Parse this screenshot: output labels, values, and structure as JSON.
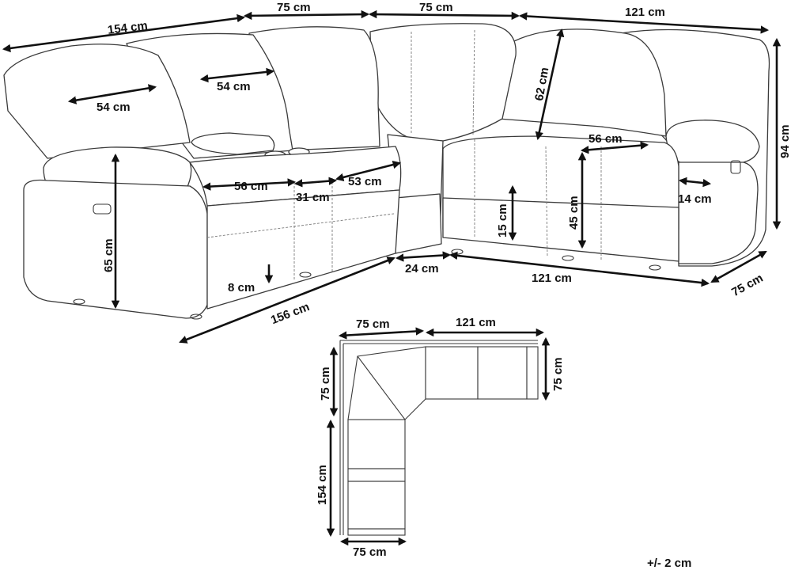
{
  "dimensions": {
    "top_left_width": "154 cm",
    "top_center_left_width": "75 cm",
    "top_corner_width": "75 cm",
    "top_right_width": "121 cm",
    "left_seat_width": "54 cm",
    "second_seat_width": "54 cm",
    "backrest_height": "62 cm",
    "overall_height": "94 cm",
    "left_seat_depth": "56 cm",
    "right_seat_depth": "56 cm",
    "console_width": "31 cm",
    "middle_seat_depth": "53 cm",
    "arm_height": "65 cm",
    "seat_height": "45 cm",
    "base_clearance": "15 cm",
    "armrest_width": "14 cm",
    "leg_height": "8 cm",
    "front_length_left": "156 cm",
    "corner_front": "24 cm",
    "front_length_right": "121 cm",
    "right_side_depth": "75 cm"
  },
  "plan_dimensions": {
    "corner_top": "75 cm",
    "right_top": "121 cm",
    "right_depth": "75 cm",
    "corner_left": "75 cm",
    "left_length": "154 cm",
    "left_bottom": "75 cm"
  },
  "tolerance": "+/- 2 cm"
}
